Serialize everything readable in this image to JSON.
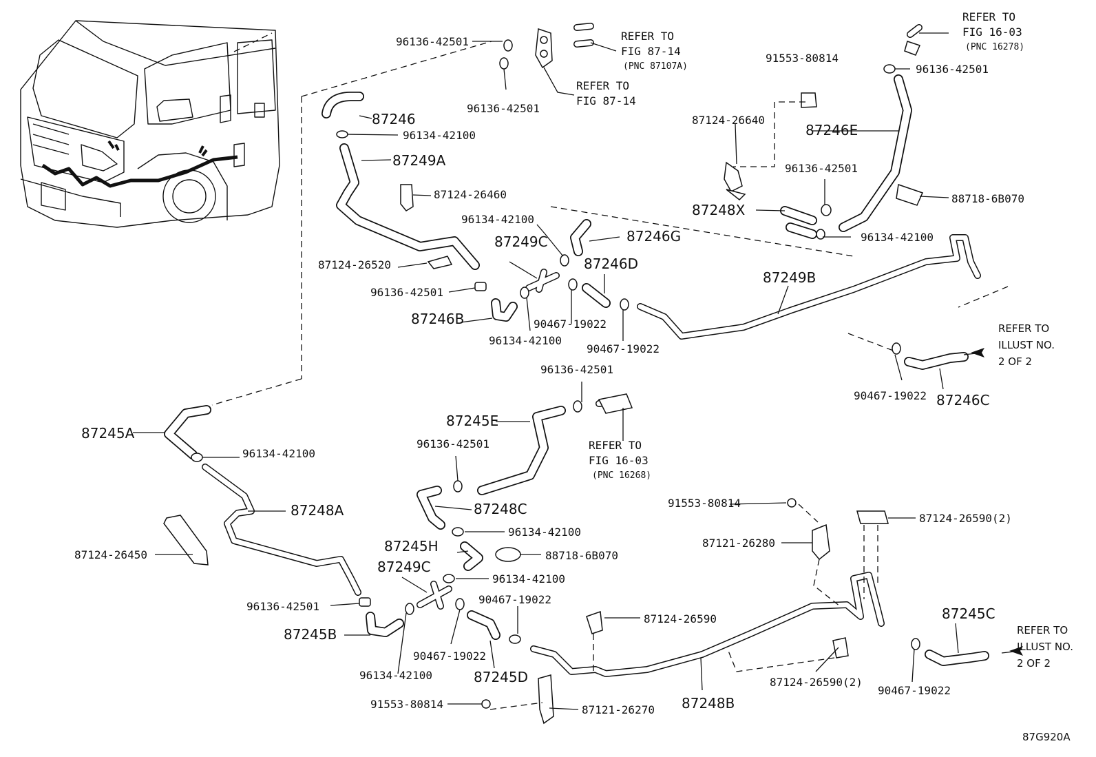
{
  "figure_id": "87G920A",
  "part_labels": {
    "p96136_42501_a": "96136-42501",
    "p96136_42501_b": "96136-42501",
    "p96136_42501_c": "96136-42501",
    "p96136_42501_d": "96136-42501",
    "p96136_42501_e": "96136-42501",
    "p96136_42501_f": "96136-42501",
    "p96136_42501_g": "96136-42501",
    "p96136_42501_h": "96136-42501",
    "p96134_42100_a": "96134-42100",
    "p96134_42100_b": "96134-42100",
    "p96134_42100_c": "96134-42100",
    "p96134_42100_d": "96134-42100",
    "p96134_42100_e": "96134-42100",
    "p96134_42100_f": "96134-42100",
    "p96134_42100_g": "96134-42100",
    "p96134_42100_h": "96134-42100",
    "p87124_26460": "87124-26460",
    "p87124_26520": "87124-26520",
    "p87124_26640": "87124-26640",
    "p87124_26450": "87124-26450",
    "p87124_26590": "87124-26590",
    "p87124_26590_2a": "87124-26590(2)",
    "p87124_26590_2b": "87124-26590(2)",
    "p87121_26280": "87121-26280",
    "p87121_26270": "87121-26270",
    "p91553_80814_a": "91553-80814",
    "p91553_80814_b": "91553-80814",
    "p91553_80814_c": "91553-80814",
    "p90467_19022_a": "90467-19022",
    "p90467_19022_b": "90467-19022",
    "p90467_19022_c": "90467-19022",
    "p90467_19022_d": "90467-19022",
    "p90467_19022_e": "90467-19022",
    "p88718_6B070_a": "88718-6B070",
    "p88718_6B070_b": "88718-6B070"
  },
  "hose_labels": {
    "h87246": "87246",
    "h87249A": "87249A",
    "h87249C_a": "87249C",
    "h87249C_b": "87249C",
    "h87246G": "87246G",
    "h87246D": "87246D",
    "h87246B": "87246B",
    "h87246E": "87246E",
    "h87248X": "87248X",
    "h87249B": "87249B",
    "h87246C": "87246C",
    "h87245A": "87245A",
    "h87248A": "87248A",
    "h87245E": "87245E",
    "h87248C": "87248C",
    "h87245H": "87245H",
    "h87245B": "87245B",
    "h87245D": "87245D",
    "h87248B": "87248B",
    "h87245C": "87245C"
  },
  "references": {
    "fig87_14_top": {
      "line1": "REFER TO",
      "line2": "FIG 87-14",
      "line3": "(PNC 87107A)"
    },
    "fig87_14_mid": {
      "line1": "REFER TO",
      "line2": "FIG 87-14"
    },
    "fig16_03_top": {
      "line1": "REFER TO",
      "line2": "FIG 16-03",
      "line3": "(PNC 16278)"
    },
    "fig16_03_mid": {
      "line1": "REFER TO",
      "line2": "FIG 16-03",
      "line3": "(PNC 16268)"
    },
    "illust_top": {
      "line1": "REFER TO",
      "line2": "ILLUST NO.",
      "line3": "2 OF 2"
    },
    "illust_bottom": {
      "line1": "REFER TO",
      "line2": "ILLUST NO.",
      "line3": "2 OF 2"
    }
  }
}
